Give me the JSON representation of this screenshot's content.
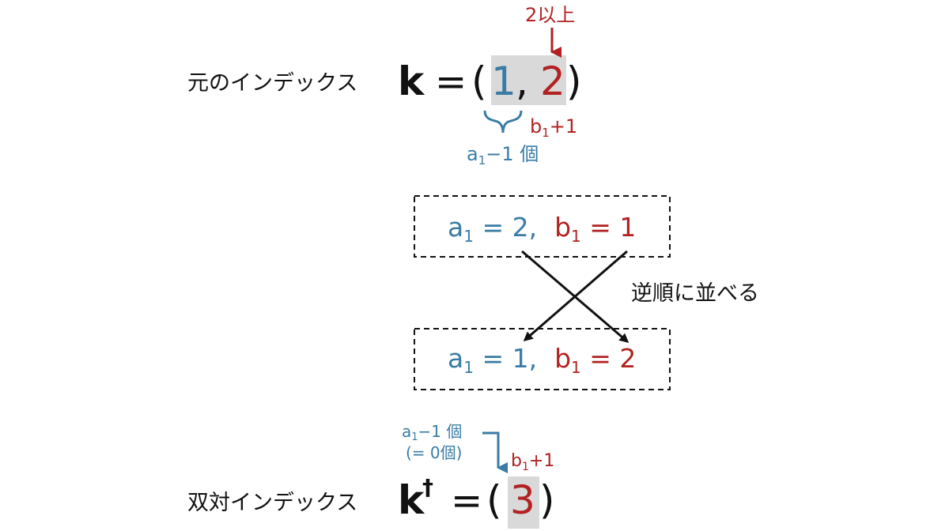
{
  "colors": {
    "blue": "#3a7ca5",
    "red": "#b22222",
    "black": "#111111",
    "gray": "#d9d9d9"
  },
  "top": {
    "label": "元のインデックス",
    "k": "k",
    "eq": "=",
    "lparen": "(",
    "rparen": ")",
    "v1": "1",
    "comma": ",",
    "v2": "2",
    "note_red": "2以上",
    "b_base": "b",
    "b_sub": "1",
    "b_rest": "+1",
    "a_base": "a",
    "a_sub": "1",
    "a_rest": "−1 個"
  },
  "box1": {
    "a_base": "a",
    "a_sub": "1",
    "a_val": " = 2,",
    "b_base": "b",
    "b_sub": "1",
    "b_val": " = 1"
  },
  "cross_label": "逆順に並べる",
  "box2": {
    "a_base": "a",
    "a_sub": "1",
    "a_val": " = 1,",
    "b_base": "b",
    "b_sub": "1",
    "b_val": " = 2"
  },
  "bottom": {
    "label": "双対インデックス",
    "k": "k",
    "dagger": "†",
    "eq": "=",
    "lparen": "(",
    "rparen": ")",
    "v": "3",
    "a_base": "a",
    "a_sub": "1",
    "a_rest": "−1 個",
    "a_note": "(= 0個)",
    "b_base": "b",
    "b_sub": "1",
    "b_rest": "+1"
  }
}
